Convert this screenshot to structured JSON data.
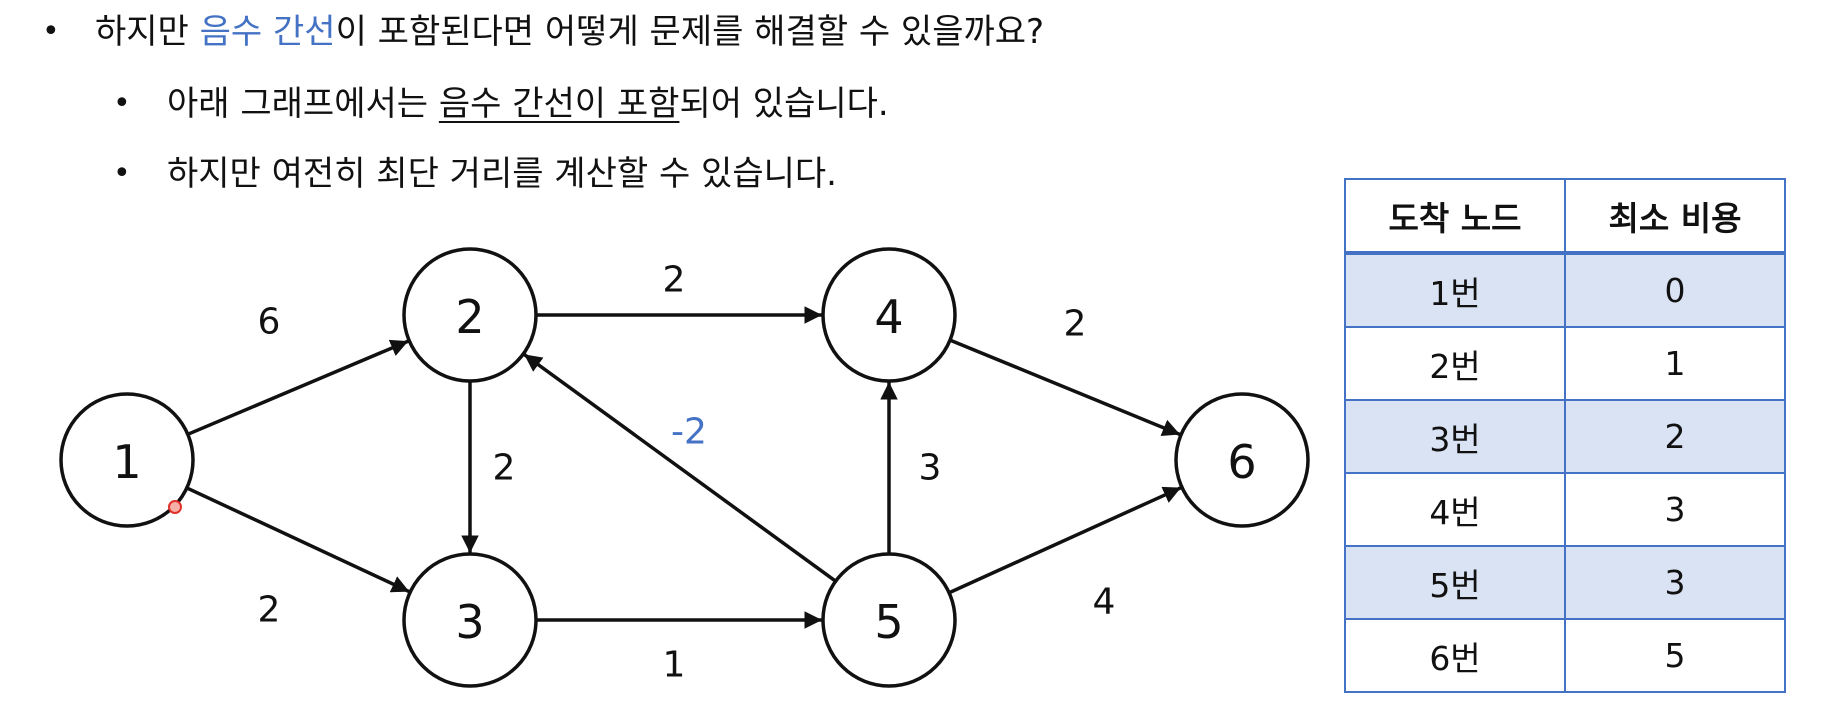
{
  "bullets": {
    "main": {
      "prefix": "하지만 ",
      "highlight": "음수 간선",
      "suffix": "이 포함된다면 어떻게 문제를 해결할 수 있을까요?"
    },
    "sub1": {
      "prefix": "아래 그래프에서는 ",
      "underlined": "음수 간선이 포함",
      "suffix": "되어 있습니다."
    },
    "sub2": {
      "text": "하지만 여전히 최단 거리를 계산할 수 있습니다."
    },
    "symbol": "•"
  },
  "graph": {
    "nodes": [
      {
        "id": "1",
        "label": "1"
      },
      {
        "id": "2",
        "label": "2"
      },
      {
        "id": "3",
        "label": "3"
      },
      {
        "id": "4",
        "label": "4"
      },
      {
        "id": "5",
        "label": "5"
      },
      {
        "id": "6",
        "label": "6"
      }
    ],
    "edges": [
      {
        "from": "1",
        "to": "2",
        "weight": "6"
      },
      {
        "from": "1",
        "to": "3",
        "weight": "2"
      },
      {
        "from": "2",
        "to": "4",
        "weight": "2"
      },
      {
        "from": "2",
        "to": "3",
        "weight": "2"
      },
      {
        "from": "3",
        "to": "5",
        "weight": "1"
      },
      {
        "from": "5",
        "to": "2",
        "weight": "-2",
        "negative": true
      },
      {
        "from": "5",
        "to": "4",
        "weight": "3"
      },
      {
        "from": "4",
        "to": "6",
        "weight": "2"
      },
      {
        "from": "5",
        "to": "6",
        "weight": "4"
      }
    ],
    "colors": {
      "negative": "#4472c4"
    }
  },
  "table": {
    "headers": [
      "도착 노드",
      "최소 비용"
    ],
    "rows": [
      {
        "node": "1번",
        "cost": "0"
      },
      {
        "node": "2번",
        "cost": "1"
      },
      {
        "node": "3번",
        "cost": "2"
      },
      {
        "node": "4번",
        "cost": "3"
      },
      {
        "node": "5번",
        "cost": "3"
      },
      {
        "node": "6번",
        "cost": "5"
      }
    ],
    "colors": {
      "border": "#4472c4",
      "shade": "#dae3f3"
    }
  }
}
